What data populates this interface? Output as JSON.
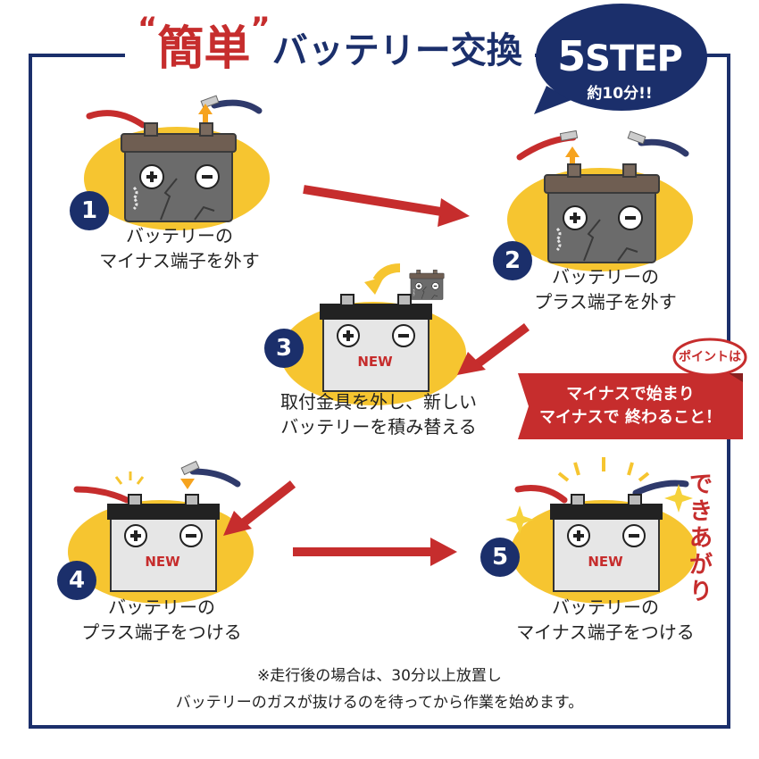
{
  "header": {
    "quote_open": "“",
    "title_main": "簡単",
    "quote_close": "”",
    "title_rest": "バッテリー交換"
  },
  "badge": {
    "steps_number": "5",
    "steps_word": "STEP",
    "duration": "約10分!!"
  },
  "steps": [
    {
      "number": "1",
      "lines": [
        "バッテリーの",
        "マイナス端子を外す"
      ]
    },
    {
      "number": "2",
      "lines": [
        "バッテリーの",
        "プラス端子を外す"
      ]
    },
    {
      "number": "3",
      "lines": [
        "取付金具を外し、新しい",
        "バッテリーを積み替える"
      ]
    },
    {
      "number": "4",
      "lines": [
        "バッテリーの",
        "プラス端子をつける"
      ]
    },
    {
      "number": "5",
      "lines": [
        "バッテリーの",
        "マイナス端子をつける"
      ]
    }
  ],
  "battery": {
    "new_label": "NEW"
  },
  "point": {
    "bubble": "ポイントは",
    "lines": [
      "マイナスで始まり",
      "マイナスで 終わること！"
    ]
  },
  "completion": [
    "で",
    "き",
    "あ",
    "が",
    "り"
  ],
  "footnote": [
    "※走行後の場合は、30分以上放置し",
    "バッテリーのガスが抜けるのを待ってから作業を始めます。"
  ],
  "colors": {
    "navy": "#1b2f6b",
    "red": "#c62d2d",
    "yellow": "#f6c530",
    "old_battery_top": "#6f5e52",
    "old_battery_body": "#6b6b6b",
    "new_battery_top": "#222222",
    "new_battery_body": "#e6e6e6"
  }
}
